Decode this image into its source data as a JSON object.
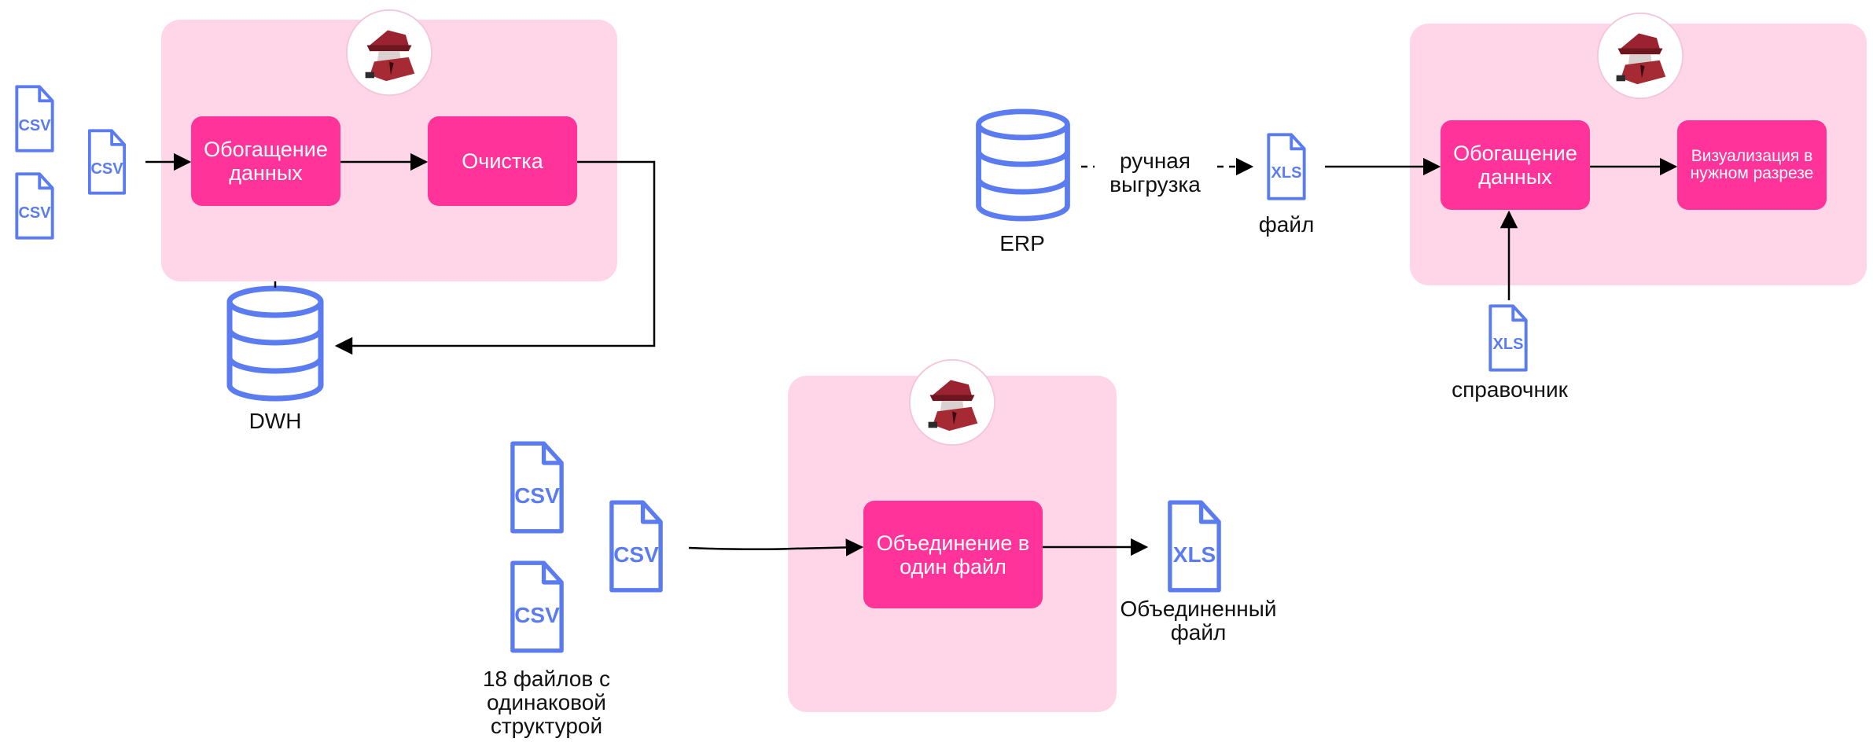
{
  "top_left": {
    "box_enrich": "Обогащение\nданных",
    "box_clean": "Очистка",
    "db_label": "DWH"
  },
  "top_right": {
    "erp_label": "ERP",
    "manual_export": "ручная\nвыгрузка",
    "file_label": "файл",
    "box_enrich": "Обогащение\nданных",
    "box_visual": "Визуализация в\nнужном разрезе",
    "reference_label": "справочник"
  },
  "bottom": {
    "files_label": "18 файлов с\nодинаковой\nструктурой",
    "box_merge": "Объединение в\nодин файл",
    "merged_label": "Объединенный\nфайл"
  },
  "file_badges": {
    "csv": "CSV",
    "xls": "XLS"
  },
  "colors": {
    "panel": "#FFD6E8",
    "box": "#FF3399",
    "icon_blue": "#5B7BF0",
    "arrow": "#000000"
  }
}
